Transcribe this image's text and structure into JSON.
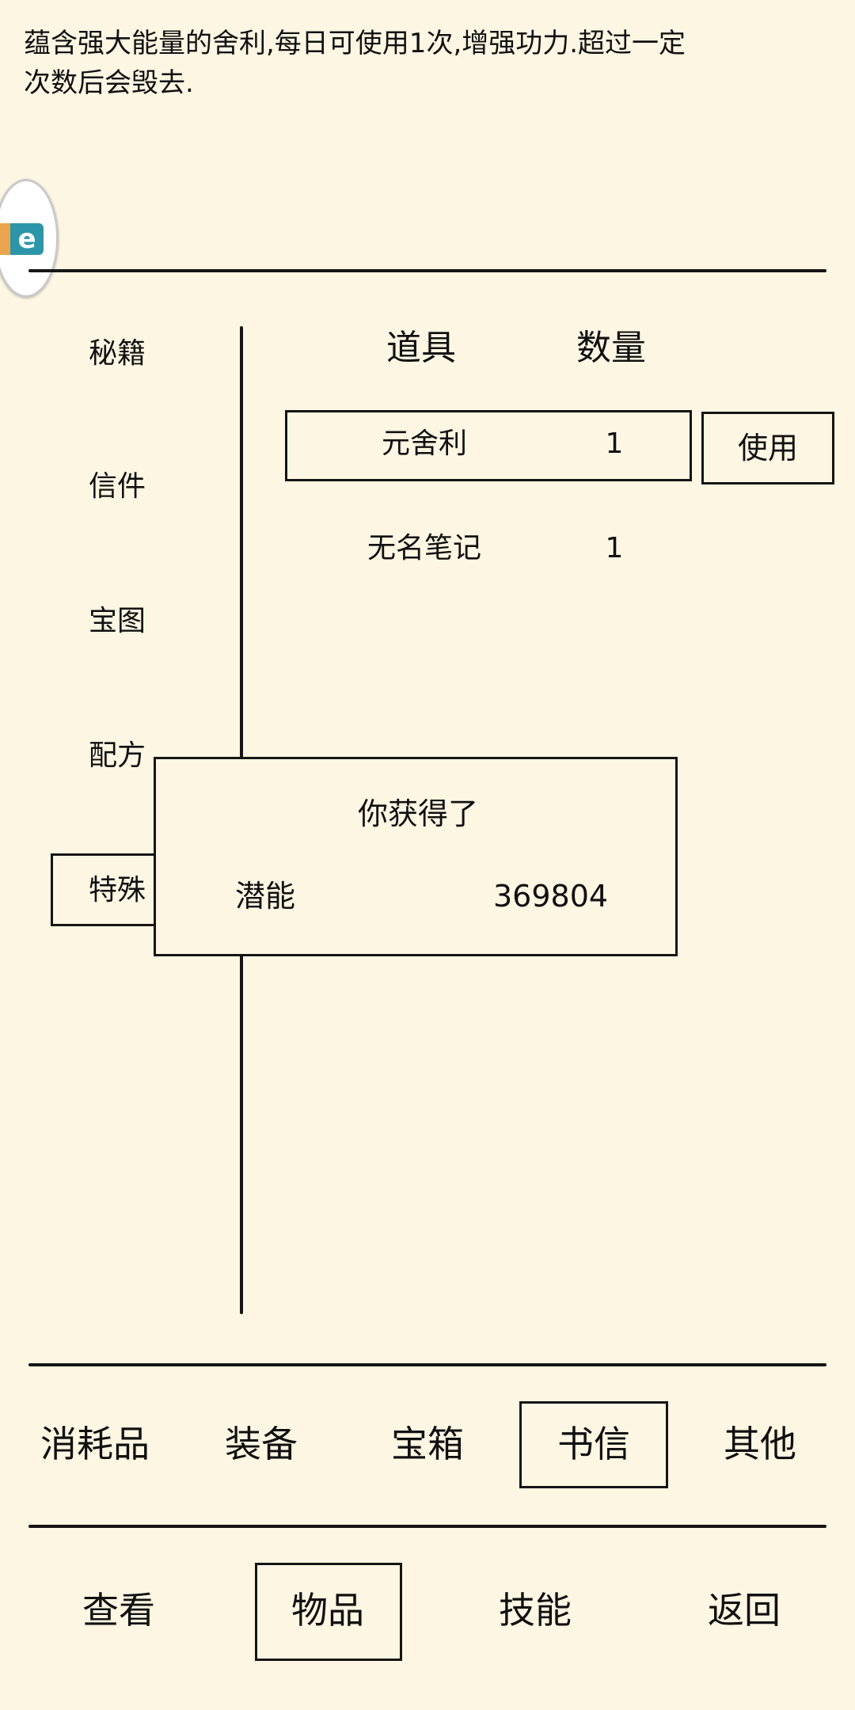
{
  "description": {
    "line1": "蕴含强大能量的舍利,每日可使用1次,增强功力.超过一定",
    "line2": "次数后会毁去."
  },
  "floating_button": {
    "icon": "app-logo-icon",
    "glyph": "e"
  },
  "categories": [
    "秘籍",
    "信件",
    "宝图",
    "配方",
    "特殊"
  ],
  "selected_category": "特殊",
  "table": {
    "headers": {
      "item": "道具",
      "quantity": "数量"
    },
    "rows": [
      {
        "name": "元舍利",
        "qty": "1",
        "selected": true
      },
      {
        "name": "无名笔记",
        "qty": "1",
        "selected": false
      }
    ],
    "use_label": "使用"
  },
  "popup": {
    "title": "你获得了",
    "reward_name": "潜能",
    "reward_value": "369804"
  },
  "tabs": [
    "消耗品",
    "装备",
    "宝箱",
    "书信",
    "其他"
  ],
  "selected_tab": "书信",
  "nav": [
    "查看",
    "物品",
    "技能",
    "返回"
  ],
  "selected_nav": "物品",
  "colors": {
    "background": "#fdf6e3",
    "ink": "#151515",
    "logo_orange": "#e9a54d",
    "logo_teal": "#2c96a8"
  }
}
